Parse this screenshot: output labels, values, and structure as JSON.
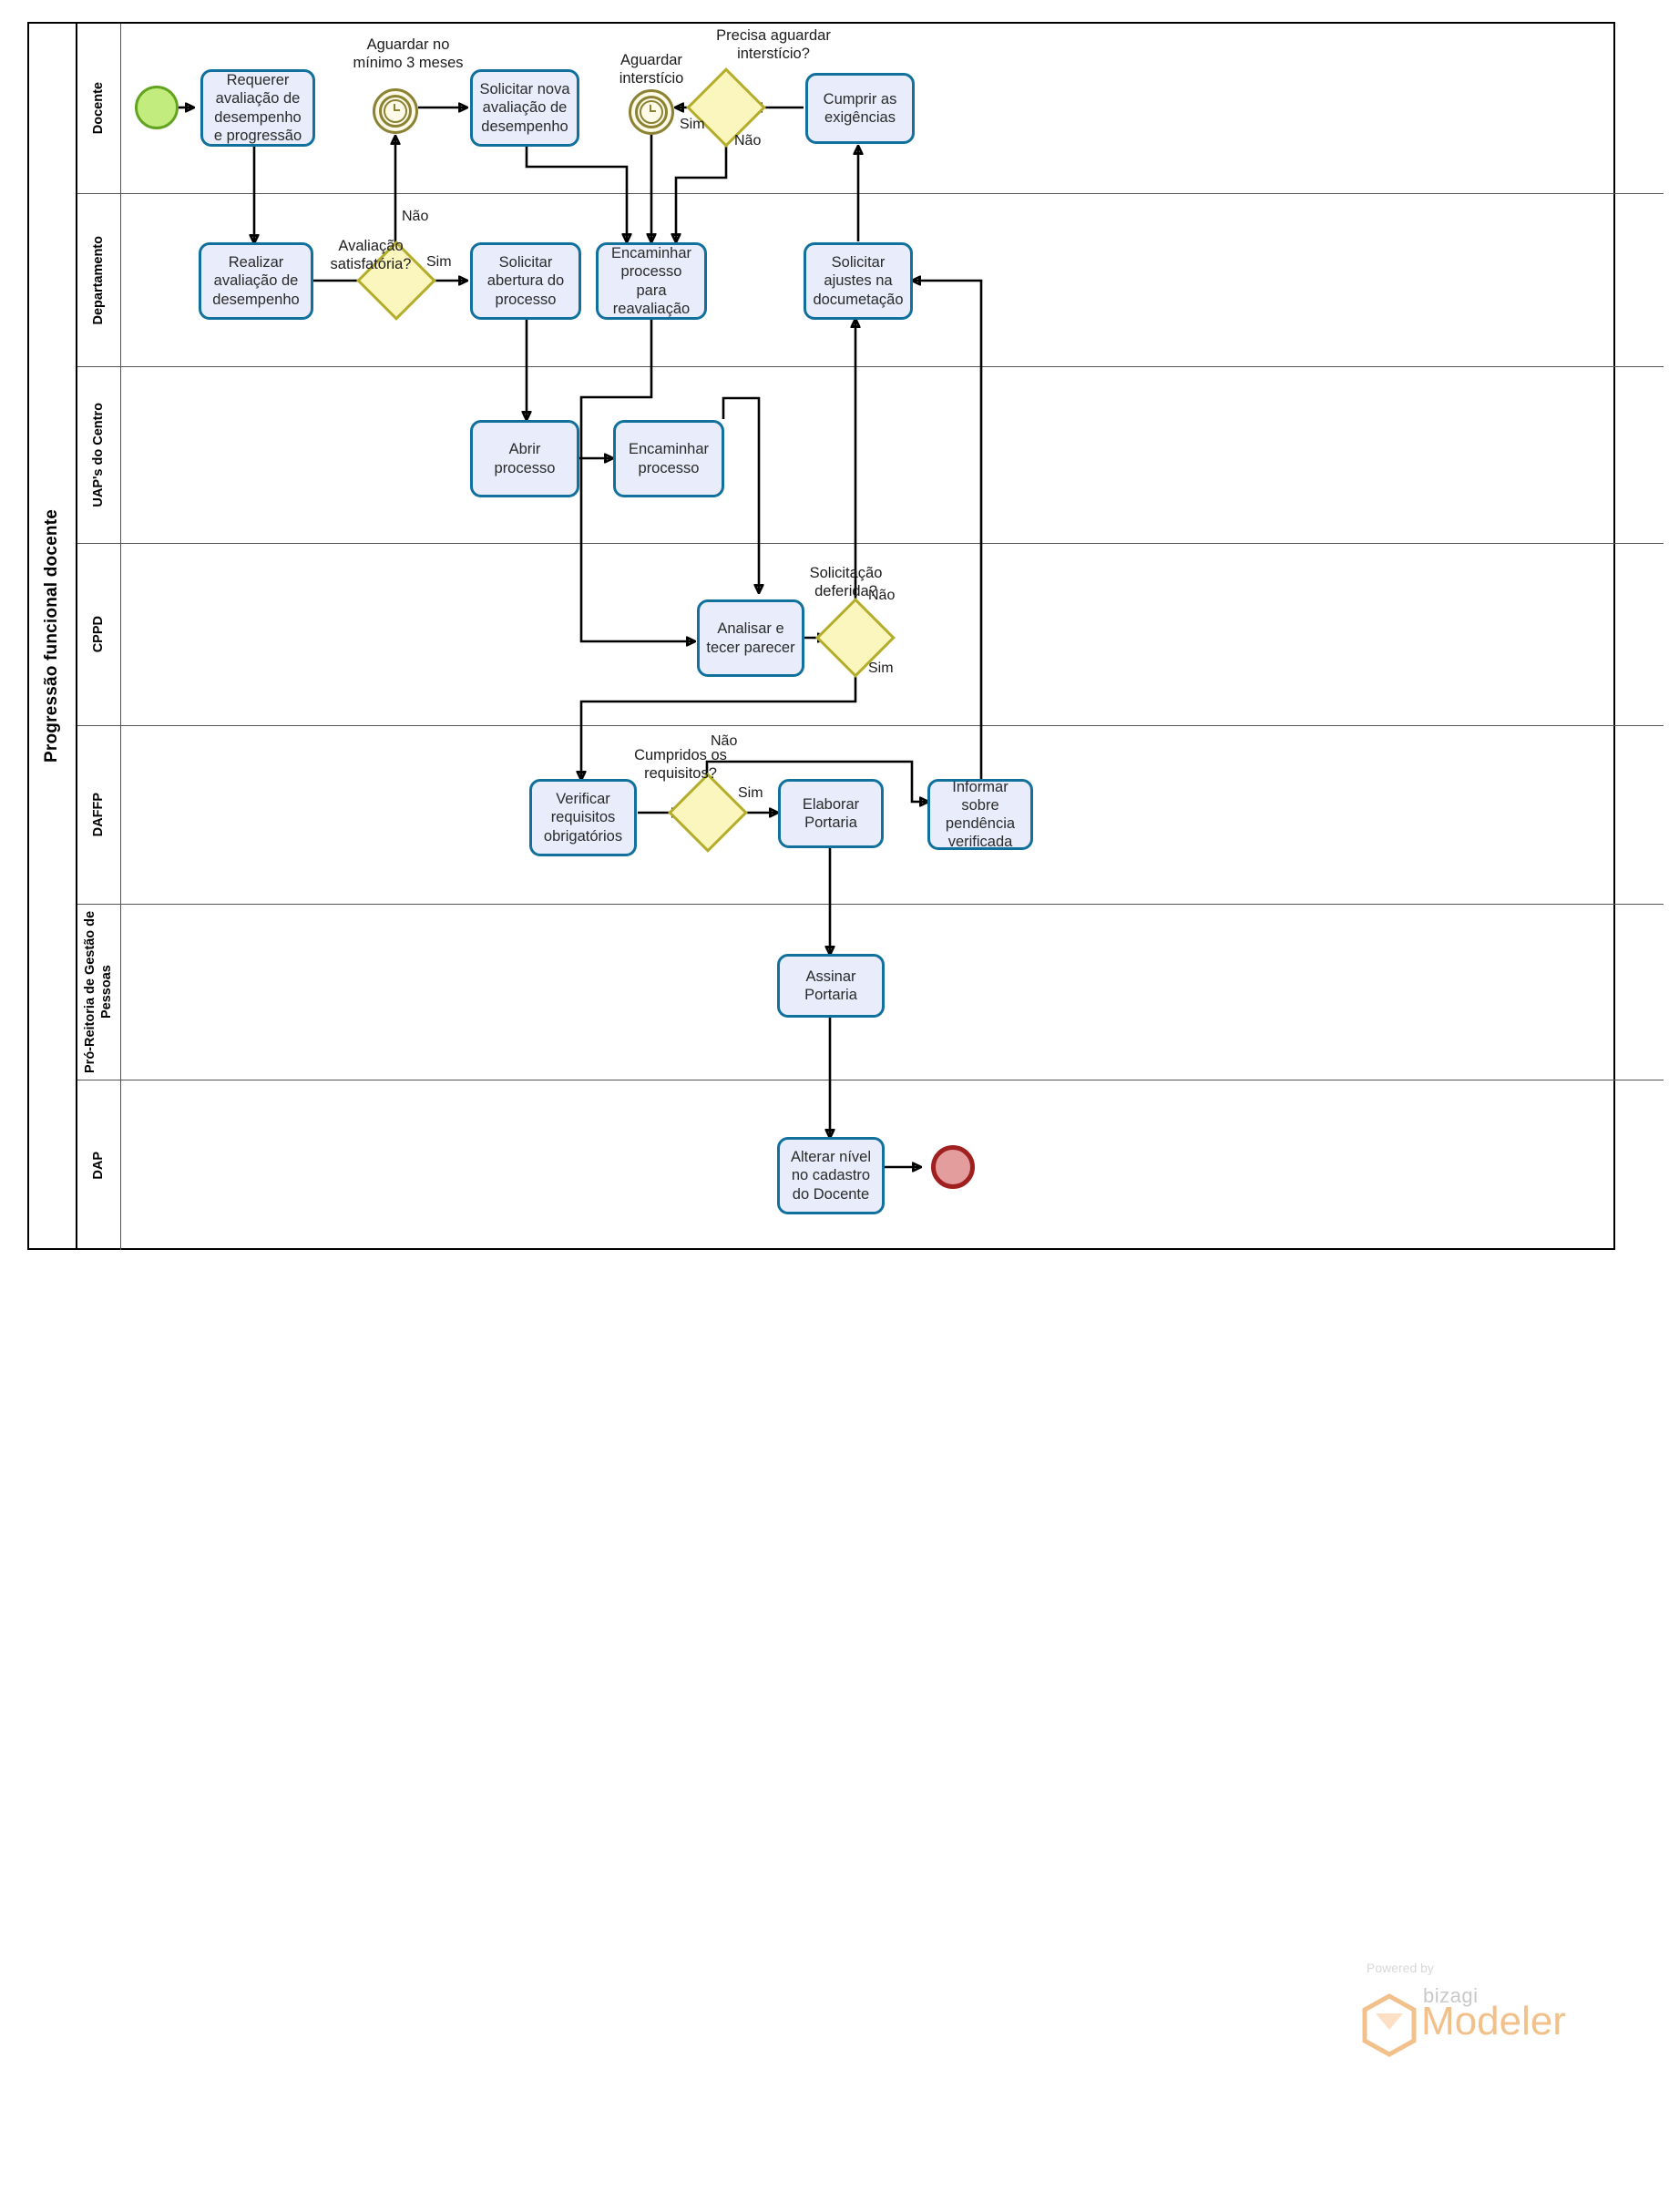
{
  "pool": {
    "title": "Progressão funcional docente"
  },
  "lanes": [
    {
      "id": "docente",
      "label": "Docente"
    },
    {
      "id": "departamento",
      "label": "Departamento"
    },
    {
      "id": "uaps",
      "label": "UAP's do Centro"
    },
    {
      "id": "cppd",
      "label": "CPPD"
    },
    {
      "id": "daffp",
      "label": "DAFFP"
    },
    {
      "id": "progep",
      "label": "Pró-Reitoria de Gestão de Pessoas"
    },
    {
      "id": "dap",
      "label": "DAP"
    }
  ],
  "tasks": {
    "requerer": "Requerer avaliação de desempenho e progressão",
    "solicitar_nova": "Solicitar nova avaliação de desempenho",
    "cumprir": "Cumprir as exigências",
    "realizar": "Realizar avaliação de desempenho",
    "abertura": "Solicitar abertura do processo",
    "reavaliacao": "Encaminhar processo para reavaliação",
    "ajustes": "Solicitar ajustes na documetação",
    "abrir": "Abrir processo",
    "encaminhar": "Encaminhar processo",
    "analisar": "Analisar e tecer parecer",
    "verificar": "Verificar requisitos obrigatórios",
    "elaborar": "Elaborar Portaria",
    "informar": "Informar sobre pendência verificada",
    "assinar": "Assinar Portaria",
    "alterar": "Alterar nível no cadastro do Docente"
  },
  "events": {
    "start": "start-event",
    "end": "end-event",
    "timer_3meses_label": "Aguardar no mínimo 3 meses",
    "timer_intersticio_label": "Aguardar interstício"
  },
  "gateways": {
    "avaliacao": "Avaliação satisfatória?",
    "intersticio": "Precisa aguardar interstício?",
    "deferida": "Solicitação deferida?",
    "requisitos": "Cumpridos os requisitos?"
  },
  "flow_labels": {
    "avaliacao_nao": "Não",
    "avaliacao_sim": "Sim",
    "intersticio_sim": "Sim",
    "intersticio_nao": "Não",
    "deferida_nao": "Não",
    "deferida_sim": "Sim",
    "requisitos_nao": "Não",
    "requisitos_sim": "Sim"
  },
  "footer": {
    "powered_by": "Powered by",
    "brand": "bizagi",
    "product": "Modeler"
  },
  "colors": {
    "task_fill": "#e8ecfb",
    "task_border": "#11719c",
    "gateway_fill": "#fbf6bd",
    "gateway_border": "#b3ad2b",
    "start_fill": "#c3ec7f",
    "start_border": "#62a420",
    "end_fill": "#e39d9d",
    "end_border": "#a02020",
    "timer_border": "#8b8234",
    "accent": "#f2c08b"
  }
}
